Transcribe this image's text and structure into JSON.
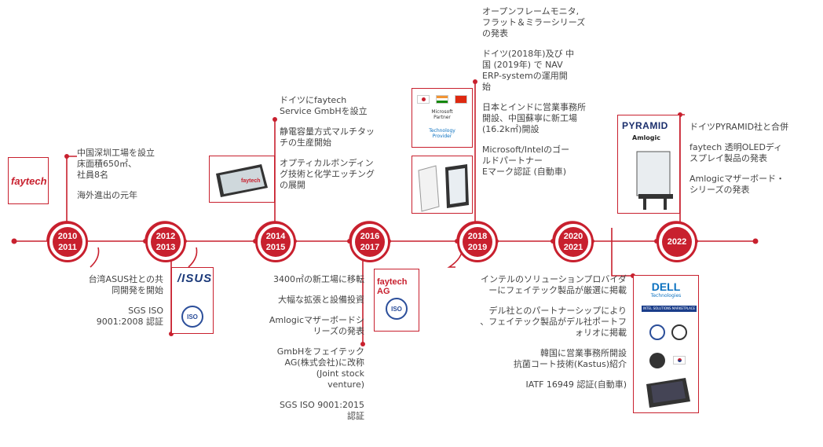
{
  "timeline": {
    "milestones": [
      {
        "top": "2010",
        "bottom": "2011"
      },
      {
        "top": "2012",
        "bottom": "2013"
      },
      {
        "top": "2014",
        "bottom": "2015"
      },
      {
        "top": "2016",
        "bottom": "2017"
      },
      {
        "top": "2018",
        "bottom": "2019"
      },
      {
        "top": "2020",
        "bottom": "2021"
      },
      {
        "top": "2022",
        "bottom": ""
      }
    ]
  },
  "logos": {
    "faytech": "faytech",
    "asus": "/ISUS",
    "iso_badge": "ISO",
    "faytech_ag": "faytech AG",
    "pyramid": "PYRAMID",
    "amlogic": "Amlogic",
    "dell": "DELL",
    "dell_sub": "Technologies",
    "intel_banner": "INTEL SOLUTIONS MARKETPLACE",
    "microsoft_partner": "Microsoft\nPartner",
    "intel_provider": "Technology\nProvider",
    "tech_screen": "faytech"
  },
  "texts": {
    "e2010_top": [
      "中国深圳工場を設立\n床面積650㎡、\n社員8名",
      "海外進出の元年"
    ],
    "e2010_bottom": [
      "台湾ASUS社との共\n同開発を開始",
      "SGS ISO\n9001:2008 認証"
    ],
    "e2014_top": [
      "ドイツにfaytech\nService GmbHを設立",
      "静電容量方式マルチタッ\nチの生産開始",
      "オプティカルボンディン\nグ技術と化学エッチング\nの展開"
    ],
    "e2014_bottom": [
      "3400㎡の新工場に移転",
      "大幅な拡張と設備投資",
      "Amlogicマザーボードシ\nリーズの発表",
      "GmbHをフェイテック\nAG(株式会社)に改称\n(Joint stock\nventure)",
      "SGS ISO 9001:2015\n認証"
    ],
    "e2018_top": [
      "オープンフレームモニタ,\nフラット＆ミラーシリーズ\nの発表",
      "ドイツ(2018年)及び 中\n国 (2019年) で NAV\nERP-systemの運用開\n始",
      "日本とインドに営業事務所\n開設、中国蘇寧に新工場\n(16.2k㎡)開設",
      "Microsoft/Intelのゴー\nルドパートナー\nEマーク認証 (自動車)"
    ],
    "e2018_bottom": [
      "インテルのソリューションプロバイダ\nーにフェイテック製品が厳選に掲載",
      "デル社とのパートナーシップにより\n、フェイテック製品がデル社ポートフ\nォリオに掲載",
      "韓国に営業事務所開設\n抗菌コート技術(Kastus)紹介",
      "IATF 16949 認証(自動車)"
    ],
    "e2022_top": [
      "ドイツPYRAMID社と合併",
      "faytech 透明OLEDディ\nスプレイ製品の発表",
      "Amlogicマザーボード・\nシリーズの発表"
    ]
  },
  "colors": {
    "accent": "#c8202e",
    "text": "#444444"
  }
}
